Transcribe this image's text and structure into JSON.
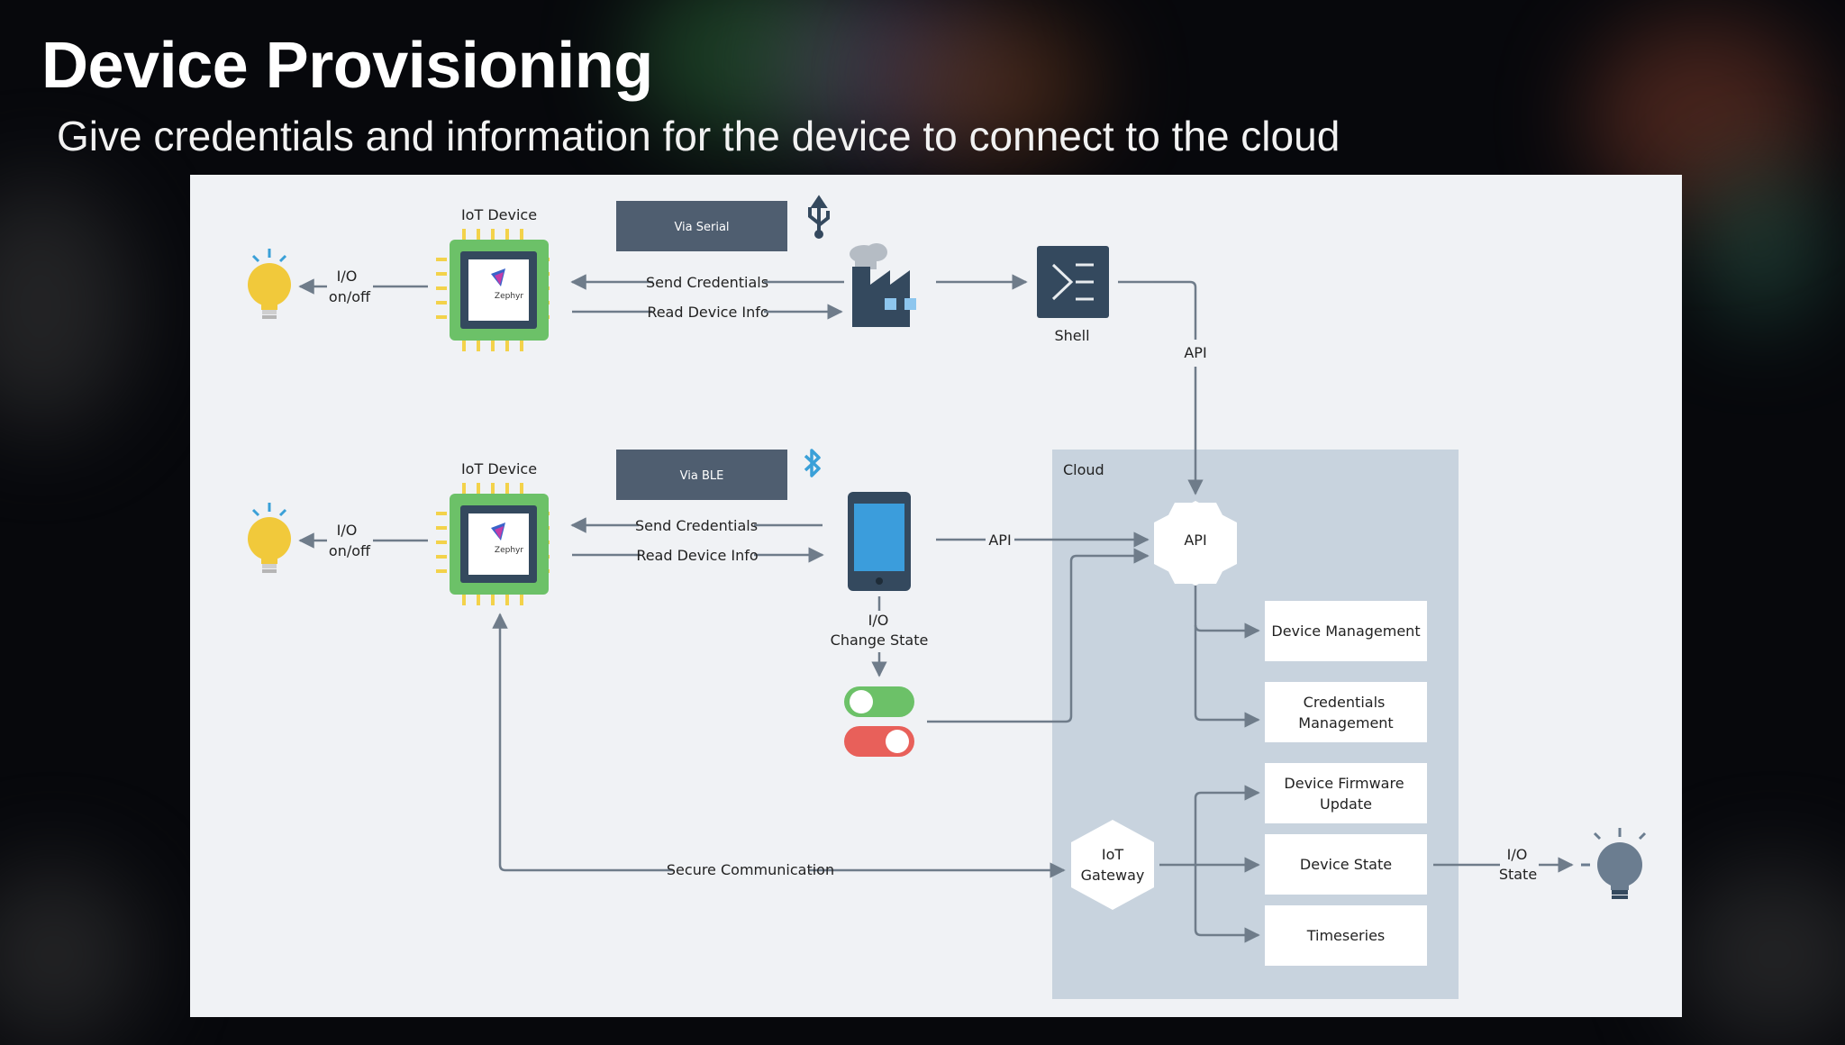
{
  "slide": {
    "title": "Device Provisioning",
    "subtitle": "Give credentials and information for the device to connect to the cloud"
  },
  "diagram": {
    "top": {
      "device_label": "IoT Device",
      "chip_logo": "Zephyr",
      "io_line1": "I/O",
      "io_line2": "on/off",
      "channel": "Via Serial",
      "channel_icon": "usb-icon",
      "send": "Send Credentials",
      "read": "Read Device Info",
      "factory_icon": "factory-icon",
      "shell": "Shell",
      "api": "API"
    },
    "middle": {
      "device_label": "IoT Device",
      "chip_logo": "Zephyr",
      "io_line1": "I/O",
      "io_line2": "on/off",
      "channel": "Via BLE",
      "channel_icon": "bluetooth-icon",
      "send": "Send Credentials",
      "read": "Read Device Info",
      "api": "API",
      "io_change1": "I/O",
      "io_change2": "Change State"
    },
    "cloud": {
      "label": "Cloud",
      "api": "API",
      "gateway1": "IoT",
      "gateway2": "Gateway",
      "services": [
        [
          "Device Management"
        ],
        [
          "Credentials",
          "Management"
        ],
        [
          "Device Firmware",
          "Update"
        ],
        [
          "Device State"
        ],
        [
          "Timeseries"
        ]
      ],
      "io_state1": "I/O",
      "io_state2": "State"
    },
    "secure": "Secure Communication",
    "colors": {
      "chip_green": "#6cc168",
      "pin_yellow": "#f3d24a",
      "bulb_yellow": "#f1c93b",
      "bulb_gray": "#6b7d90",
      "toggle_green": "#6cc168",
      "toggle_red": "#e8605a",
      "bluetooth": "#3aa0d8",
      "tablet_screen": "#3b9ddc",
      "cloud_bg": "#c8d3de",
      "channel_box": "#4f5e70"
    }
  }
}
